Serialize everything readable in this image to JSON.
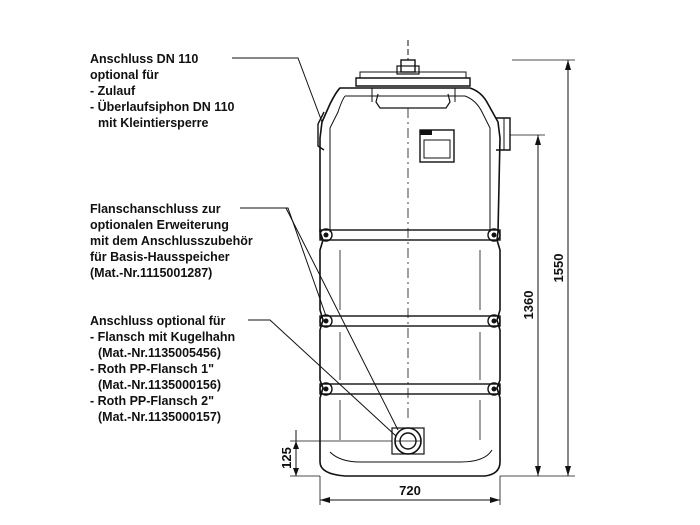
{
  "callouts": {
    "inlet": {
      "lines": [
        "Anschluss DN 110",
        "optional für",
        "- Zulauf",
        "- Überlaufsiphon DN 110",
        "  mit Kleintiersperre"
      ]
    },
    "flange": {
      "lines": [
        "Flanschanschluss zur",
        "optionalen Erweiterung",
        "mit dem Anschlusszubehör",
        "für Basis-Hausspeicher",
        "(Mat.-Nr.1115001287)"
      ]
    },
    "outlet": {
      "lines": [
        "Anschluss optional für",
        "- Flansch mit Kugelhahn",
        "  (Mat.-Nr.1135005456)",
        "- Roth PP-Flansch 1\"",
        "  (Mat.-Nr.1135000156)",
        "- Roth PP-Flansch 2\"",
        "  (Mat.-Nr.1135000157)"
      ]
    }
  },
  "dimensions": {
    "height_total": "1550",
    "height_upper": "1360",
    "outlet_height": "125",
    "width": "720"
  }
}
